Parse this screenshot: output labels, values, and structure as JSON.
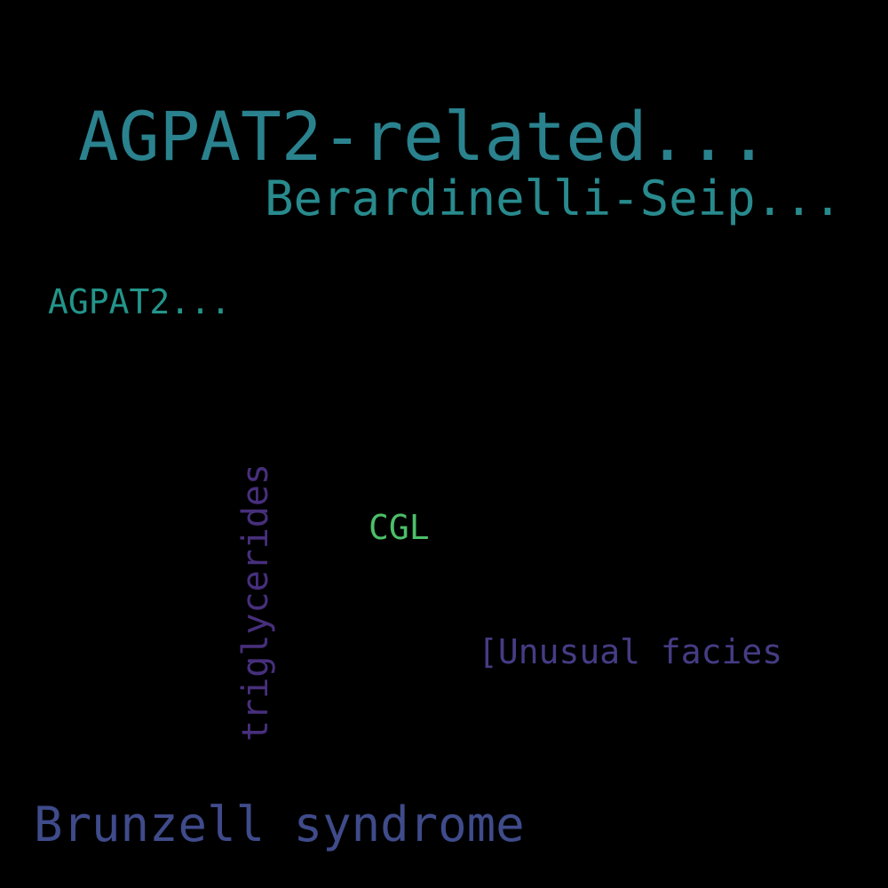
{
  "words": [
    {
      "id": "agpat2-related",
      "text": "AGPAT2-related...",
      "color": "#2a828e"
    },
    {
      "id": "berardinelli",
      "text": "Berardinelli-Seip...",
      "color": "#288a8d"
    },
    {
      "id": "agpat2",
      "text": "AGPAT2...",
      "color": "#23958a"
    },
    {
      "id": "triglycerides",
      "text": "triglycerides",
      "color": "#472f7c"
    },
    {
      "id": "cgl",
      "text": "CGL",
      "color": "#4cbf68"
    },
    {
      "id": "unusual-facies",
      "text": "[Unusual facies",
      "color": "#453c84"
    },
    {
      "id": "brunzell",
      "text": "Brunzell syndrome",
      "color": "#3f4b8a"
    }
  ]
}
